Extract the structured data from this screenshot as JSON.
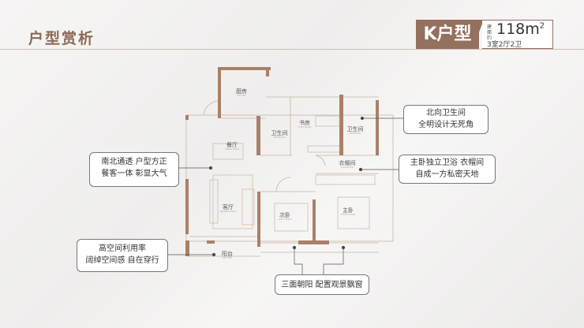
{
  "header": {
    "title": "户型赏析"
  },
  "unit_tag": {
    "name": "K户型",
    "area_label": "建面约",
    "area": "118m",
    "area_sup": "2",
    "rooms": "3室2厅2卫"
  },
  "rooms": [
    {
      "cn": "厨房",
      "en": "KITCHEN"
    },
    {
      "cn": "书房",
      "en": "STUDY ROOM"
    },
    {
      "cn": "卫生间",
      "en": "BATHROOM"
    },
    {
      "cn": "卫生间",
      "en": "BATHROOM"
    },
    {
      "cn": "餐厅",
      "en": "DINING ROOM"
    },
    {
      "cn": "衣帽间",
      "en": "CLOAKROOM"
    },
    {
      "cn": "客厅",
      "en": "DRAWING ROOM"
    },
    {
      "cn": "次卧",
      "en": "GUEST ROOM"
    },
    {
      "cn": "主卧",
      "en": "MASTER ROOM"
    },
    {
      "cn": "阳台",
      "en": "BALCONY"
    }
  ],
  "callouts": [
    {
      "line1": "南北通透 户型方正",
      "line2": "餐客一体 彰显大气"
    },
    {
      "line1": "高空间利用率",
      "line2": "阔绰空间感 自在穿行"
    },
    {
      "line1": "北向卫生间",
      "line2": "全明设计无死角"
    },
    {
      "line1": "主卧独立卫浴 衣帽间",
      "line2": "自成一方私密天地"
    },
    {
      "line1": "三面朝阳 配置观景飘窗"
    }
  ],
  "colors": {
    "accent": "#94705e",
    "wall": "#a98068"
  }
}
